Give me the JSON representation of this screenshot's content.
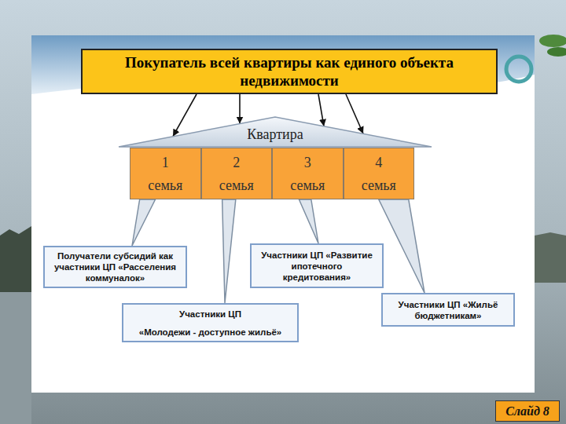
{
  "diagram": {
    "nodes": [
      {
        "text": [
          "Покупатель всей квартиры как единого объекта недвижимости"
        ]
      },
      {
        "text": [
          "Квартира"
        ]
      },
      {
        "text": [
          "1",
          "семья"
        ],
        "in": 1
      },
      {
        "text": [
          "2",
          "семья"
        ],
        "in": 1
      },
      {
        "text": [
          "3",
          "семья"
        ],
        "in": 1
      },
      {
        "text": [
          "4",
          "семья"
        ],
        "in": 1
      },
      {
        "text": [
          "Получатели субсидий как участники ЦП «Расселения коммуналок»"
        ]
      },
      {
        "text": [
          "Участники ЦП «Развитие ипотечного кредитования»"
        ]
      },
      {
        "text": [
          "Участники ЦП",
          "«Молодежи - доступное жильё»"
        ]
      },
      {
        "text": [
          "Участники ЦП «Жильё бюджетникам»"
        ]
      },
      {
        "text": [
          "Слайд 8"
        ]
      }
    ],
    "edges": [
      {
        "from": 0,
        "to": 1,
        "arrow": "to"
      },
      {
        "from": 0,
        "to": 1,
        "arrow": "to"
      },
      {
        "from": 0,
        "to": 1,
        "arrow": "to"
      },
      {
        "from": 0,
        "to": 1,
        "arrow": "to"
      },
      {
        "from": 2,
        "to": 6,
        "arrow": "to"
      },
      {
        "from": 3,
        "to": 8,
        "arrow": "to"
      },
      {
        "from": 4,
        "to": 7,
        "arrow": "to"
      },
      {
        "from": 5,
        "to": 9,
        "arrow": "to"
      }
    ]
  }
}
